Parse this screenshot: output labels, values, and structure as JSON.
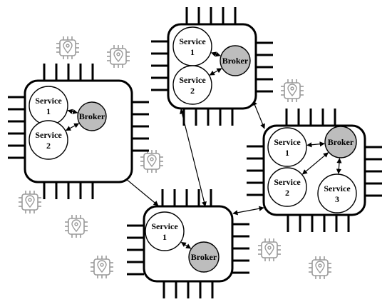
{
  "diagram": {
    "broker_fill": "#bdbdbd",
    "stroke_color": "#000000",
    "decor_icon_color": "#9a9a9a",
    "background_icon": "iot-chip-location-icon",
    "nodes": [
      {
        "id": "left",
        "broker_label": "Broker",
        "services": [
          {
            "line1": "Service",
            "line2": "1"
          },
          {
            "line1": "Service",
            "line2": "2"
          }
        ]
      },
      {
        "id": "top",
        "broker_label": "Broker",
        "services": [
          {
            "line1": "Service",
            "line2": "1"
          },
          {
            "line1": "Service",
            "line2": "2"
          }
        ]
      },
      {
        "id": "right",
        "broker_label": "Broker",
        "services": [
          {
            "line1": "Service",
            "line2": "1"
          },
          {
            "line1": "Service",
            "line2": "2"
          },
          {
            "line1": "Service",
            "line2": "3"
          }
        ]
      },
      {
        "id": "bottom",
        "broker_label": "Broker",
        "services": [
          {
            "line1": "Service",
            "line2": "1"
          }
        ]
      }
    ],
    "links": [
      {
        "from": "left",
        "to": "bottom"
      },
      {
        "from": "top",
        "to": "bottom"
      },
      {
        "from": "top",
        "to": "right"
      },
      {
        "from": "bottom",
        "to": "right"
      }
    ]
  }
}
